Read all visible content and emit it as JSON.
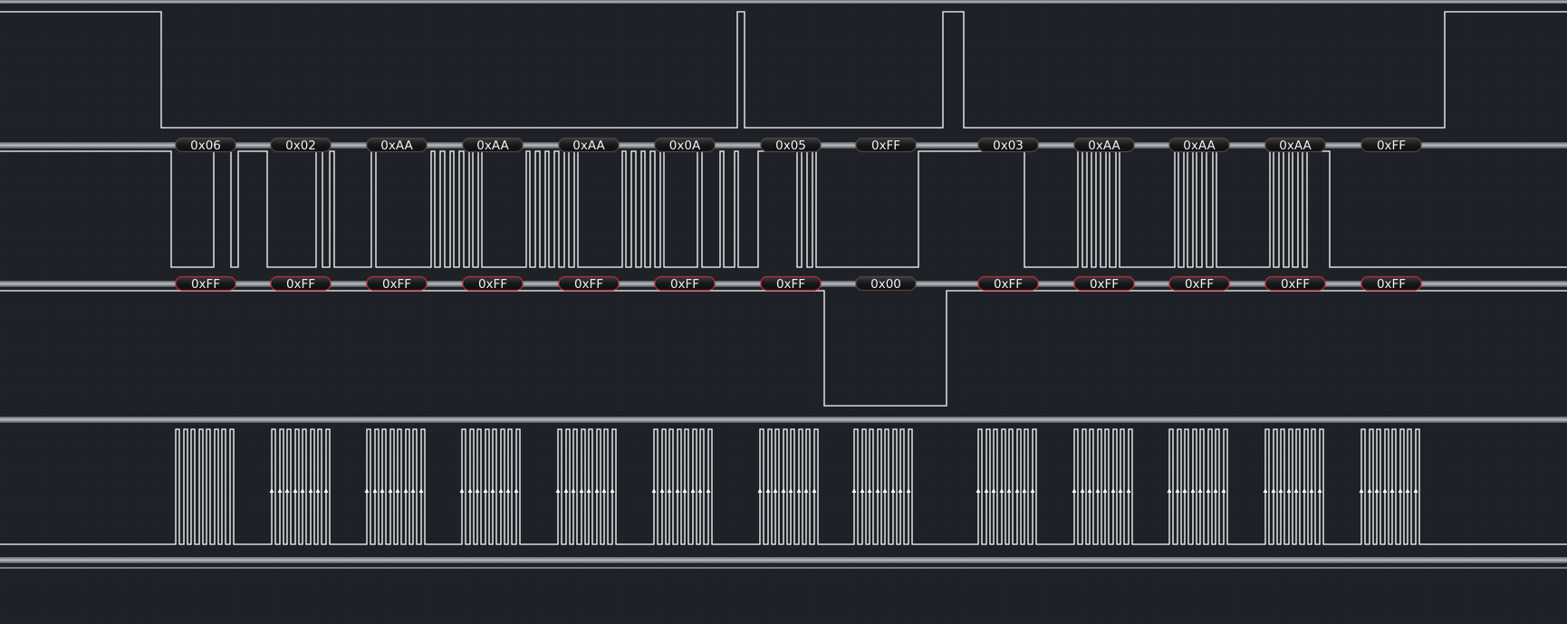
{
  "colors": {
    "background": "#1d2127",
    "waveform": "#ffffff",
    "separator": "#8a8e94",
    "decode_badge": "#141517",
    "decode_badge_border": "#5a4236",
    "error_border": "#c0282f",
    "badge_text": "#eef0f2"
  },
  "channels": [
    {
      "id": "enable",
      "idle_level": 1,
      "toggle_times": [
        178,
        814,
        822,
        1041,
        1064,
        1595
      ],
      "decodes": [
        {
          "id": "mosi-0",
          "t": 227,
          "label": "0x06",
          "error": false
        },
        {
          "id": "mosi-1",
          "t": 332,
          "label": "0x02",
          "error": false
        },
        {
          "id": "mosi-2",
          "t": 438,
          "label": "0xAA",
          "error": false
        },
        {
          "id": "mosi-3",
          "t": 544,
          "label": "0xAA",
          "error": false
        },
        {
          "id": "mosi-4",
          "t": 650,
          "label": "0xAA",
          "error": false
        },
        {
          "id": "mosi-5",
          "t": 756,
          "label": "0x0A",
          "error": false
        },
        {
          "id": "mosi-6",
          "t": 873,
          "label": "0x05",
          "error": false
        },
        {
          "id": "mosi-7",
          "t": 978,
          "label": "0xFF",
          "error": false
        },
        {
          "id": "mosi-8",
          "t": 1113,
          "label": "0x03",
          "error": false
        },
        {
          "id": "mosi-9",
          "t": 1219,
          "label": "0xAA",
          "error": false
        },
        {
          "id": "mosi-10",
          "t": 1324,
          "label": "0xAA",
          "error": false
        },
        {
          "id": "mosi-11",
          "t": 1430,
          "label": "0xAA",
          "error": false
        },
        {
          "id": "mosi-12",
          "t": 1536,
          "label": "0xFF",
          "error": false
        }
      ]
    },
    {
      "id": "mosi",
      "idle_level": 1,
      "toggle_times": [
        189,
        236,
        255,
        263,
        295,
        349,
        356,
        364,
        369,
        410,
        415,
        476,
        480,
        486,
        491,
        497,
        501,
        507,
        512,
        518,
        522,
        528,
        532,
        581,
        585,
        591,
        596,
        602,
        606,
        612,
        617,
        623,
        628,
        634,
        638,
        687,
        691,
        697,
        702,
        708,
        712,
        718,
        723,
        729,
        733,
        770,
        775,
        795,
        799,
        811,
        815,
        837,
        880,
        885,
        891,
        897,
        901,
        1014,
        1131,
        1190,
        1195,
        1200,
        1205,
        1210,
        1215,
        1221,
        1225,
        1232,
        1236,
        1297,
        1301,
        1307,
        1311,
        1317,
        1321,
        1327,
        1332,
        1339,
        1343,
        1402,
        1406,
        1412,
        1417,
        1423,
        1427,
        1433,
        1438,
        1443,
        1468
      ],
      "decodes": [
        {
          "id": "miso-0",
          "t": 227,
          "label": "0xFF",
          "error": true
        },
        {
          "id": "miso-1",
          "t": 332,
          "label": "0xFF",
          "error": true
        },
        {
          "id": "miso-2",
          "t": 438,
          "label": "0xFF",
          "error": true
        },
        {
          "id": "miso-3",
          "t": 544,
          "label": "0xFF",
          "error": true
        },
        {
          "id": "miso-4",
          "t": 650,
          "label": "0xFF",
          "error": true
        },
        {
          "id": "miso-5",
          "t": 756,
          "label": "0xFF",
          "error": true
        },
        {
          "id": "miso-6",
          "t": 873,
          "label": "0xFF",
          "error": true
        },
        {
          "id": "miso-7",
          "t": 978,
          "label": "0x00",
          "error": false
        },
        {
          "id": "miso-8",
          "t": 1113,
          "label": "0xFF",
          "error": true
        },
        {
          "id": "miso-9",
          "t": 1219,
          "label": "0xFF",
          "error": true
        },
        {
          "id": "miso-10",
          "t": 1324,
          "label": "0xFF",
          "error": true
        },
        {
          "id": "miso-11",
          "t": 1430,
          "label": "0xFF",
          "error": true
        },
        {
          "id": "miso-12",
          "t": 1536,
          "label": "0xFF",
          "error": true
        }
      ]
    },
    {
      "id": "miso",
      "idle_level": 1,
      "toggle_times": [
        910,
        1045
      ],
      "decodes": []
    },
    {
      "id": "clock",
      "idle_level": 0,
      "bursts": [
        {
          "start": 194,
          "end": 262,
          "arrows": false
        },
        {
          "start": 300,
          "end": 368,
          "arrows": true
        },
        {
          "start": 405,
          "end": 473,
          "arrows": true
        },
        {
          "start": 510,
          "end": 578,
          "arrows": true
        },
        {
          "start": 616,
          "end": 684,
          "arrows": true
        },
        {
          "start": 722,
          "end": 790,
          "arrows": true
        },
        {
          "start": 839,
          "end": 907,
          "arrows": true
        },
        {
          "start": 943,
          "end": 1011,
          "arrows": true
        },
        {
          "start": 1080,
          "end": 1148,
          "arrows": true
        },
        {
          "start": 1186,
          "end": 1254,
          "arrows": true
        },
        {
          "start": 1291,
          "end": 1359,
          "arrows": true
        },
        {
          "start": 1397,
          "end": 1465,
          "arrows": true
        },
        {
          "start": 1503,
          "end": 1571,
          "arrows": true
        }
      ],
      "pulses_per_burst": 8
    }
  ]
}
